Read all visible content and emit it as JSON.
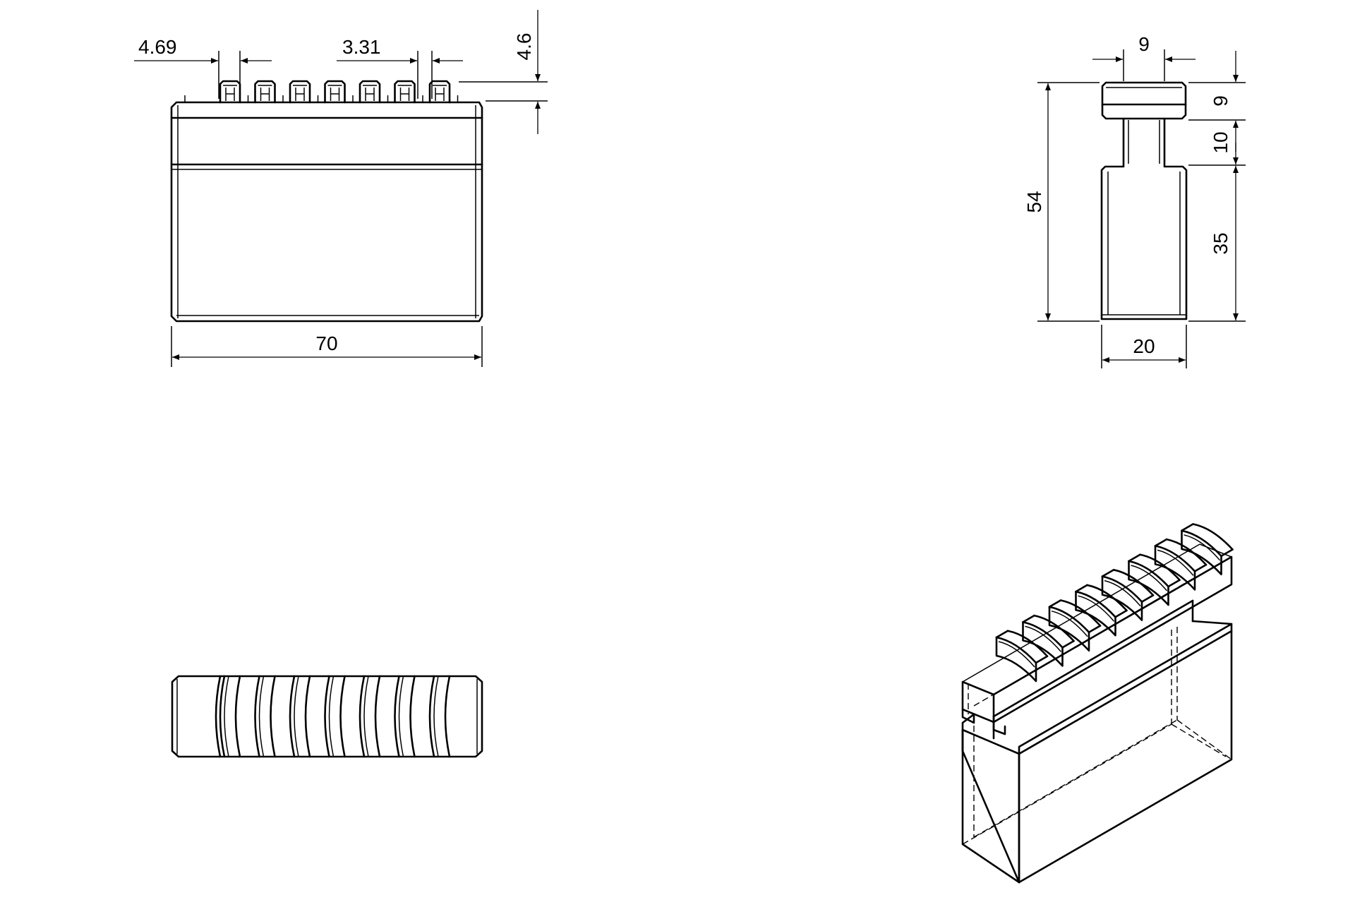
{
  "drawing": {
    "front_view": {
      "dimensions": {
        "tooth_pitch": "4.69",
        "tooth_width": "3.31",
        "tooth_height": "4.6",
        "overall_length": "70"
      },
      "teeth": 7
    },
    "side_view": {
      "dimensions": {
        "tongue_width": "9",
        "overall_height": "54",
        "head_height": "9",
        "neck_height": "10",
        "body_height": "35",
        "body_width": "20"
      }
    },
    "top_view": {
      "ribs": 7
    },
    "isometric_view": {
      "ribs": 8
    }
  }
}
